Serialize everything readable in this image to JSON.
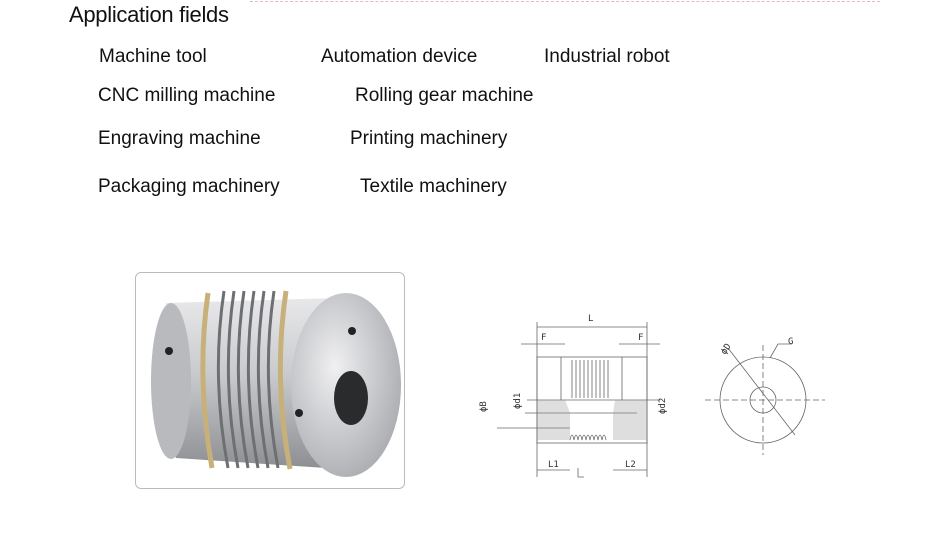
{
  "title": "Application fields",
  "fields": [
    "Machine tool",
    "Automation device",
    "Industrial robot",
    "CNC milling machine",
    "Rolling gear machine",
    "Engraving machine",
    "Printing machinery",
    "Packaging machinery",
    "Textile machinery"
  ],
  "drawing": {
    "L": "L",
    "F_left": "F",
    "F_right": "F",
    "d1": "ϕd1",
    "d2": "ϕd2",
    "B": "ϕB",
    "L1": "L1",
    "L2": "L2",
    "D": "ϕD",
    "G": "G"
  }
}
